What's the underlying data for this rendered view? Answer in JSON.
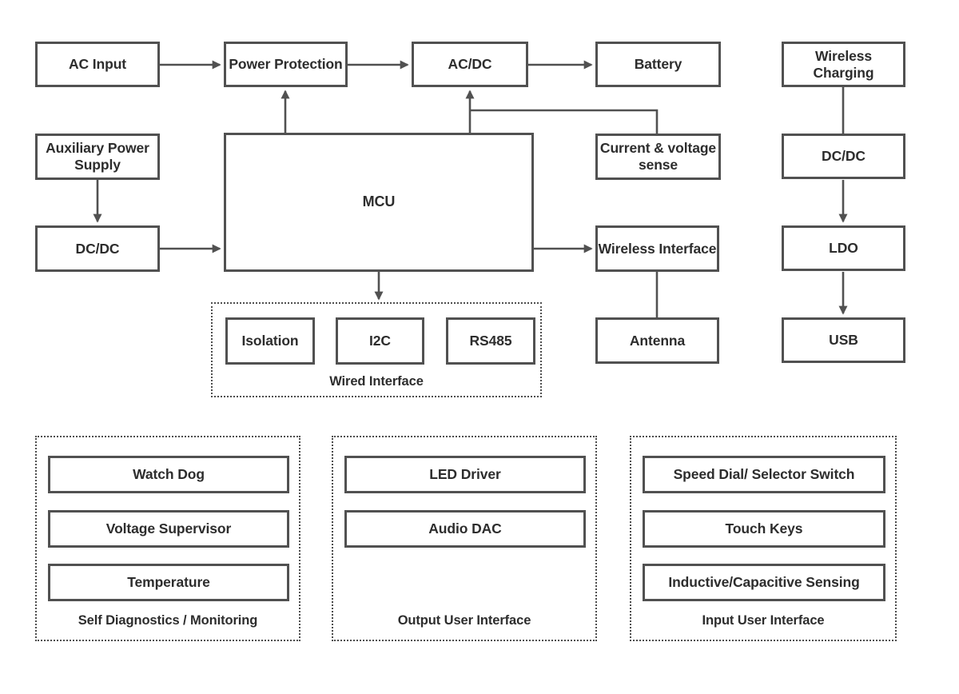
{
  "blocks": {
    "ac_input": "AC Input",
    "power_protection": "Power Protection",
    "ac_dc": "AC/DC",
    "battery": "Battery",
    "wireless_charging": "Wireless Charging",
    "aux_power_supply": "Auxiliary Power Supply",
    "mcu": "MCU",
    "current_voltage_sense": "Current & voltage sense",
    "dc_dc_right": "DC/DC",
    "dc_dc_left": "DC/DC",
    "wireless_interface": "Wireless Interface",
    "ldo": "LDO",
    "antenna": "Antenna",
    "usb": "USB"
  },
  "groups": {
    "wired_interface": {
      "label": "Wired Interface",
      "blocks": {
        "isolation": "Isolation",
        "i2c": "I2C",
        "rs485": "RS485"
      }
    },
    "self_diagnostics": {
      "label": "Self Diagnostics / Monitoring",
      "blocks": {
        "watch_dog": "Watch Dog",
        "voltage_supervisor": "Voltage Supervisor",
        "temperature": "Temperature"
      }
    },
    "output_ui": {
      "label": "Output User Interface",
      "blocks": {
        "led_driver": "LED Driver",
        "audio_dac": "Audio DAC"
      }
    },
    "input_ui": {
      "label": "Input User Interface",
      "blocks": {
        "speed_dial": "Speed Dial/ Selector Switch",
        "touch_keys": "Touch Keys",
        "inductive_capacitive": "Inductive/Capacitive Sensing"
      }
    }
  },
  "colors": {
    "line": "#515151",
    "text": "#2d2d2d",
    "background": "#ffffff"
  }
}
